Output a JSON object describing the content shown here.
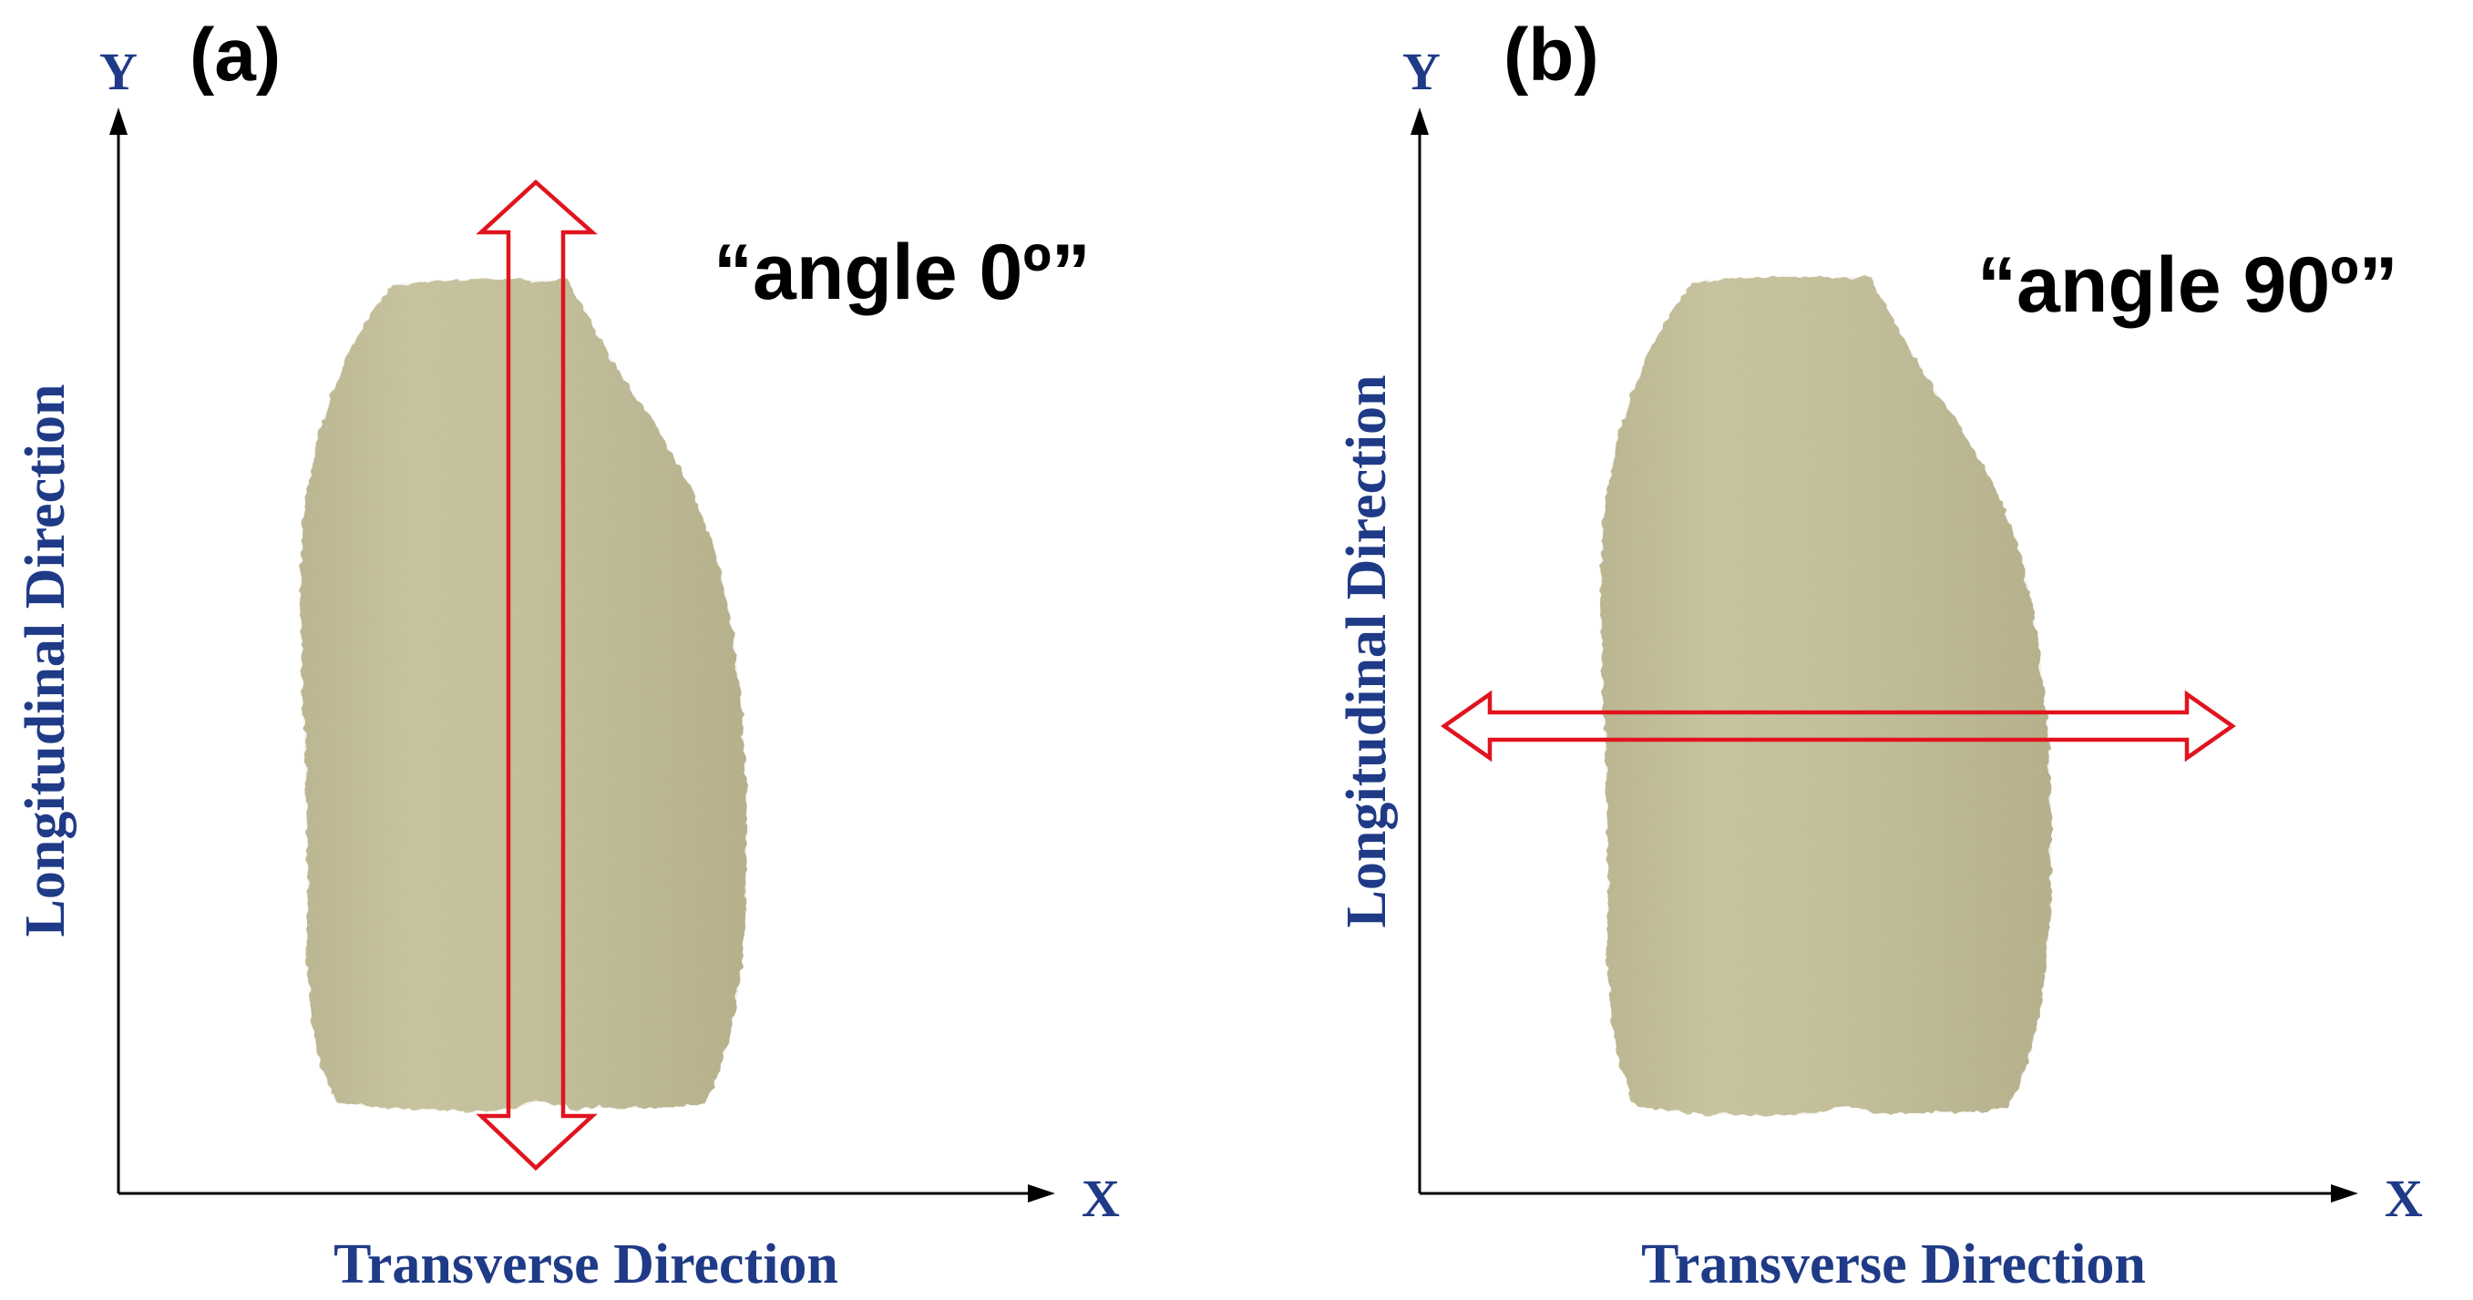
{
  "panels": [
    {
      "label": "(a)",
      "angle_text": "“angle 0º”",
      "y_axis_letter": "Y",
      "x_axis_letter": "X",
      "y_axis_title": "Longitudinal Direction",
      "x_axis_title": "Transverse Direction",
      "arrow_orientation": "vertical"
    },
    {
      "label": "(b)",
      "angle_text": "“angle 90º”",
      "y_axis_letter": "Y",
      "x_axis_letter": "X",
      "y_axis_title": "Longitudinal Direction",
      "x_axis_title": "Transverse Direction",
      "arrow_orientation": "horizontal"
    }
  ],
  "colors": {
    "axis_text": "#1f3a86",
    "arrow": "#e0141e",
    "sample_fill": "#c9c49c",
    "sample_shade": "#b3ad85"
  }
}
